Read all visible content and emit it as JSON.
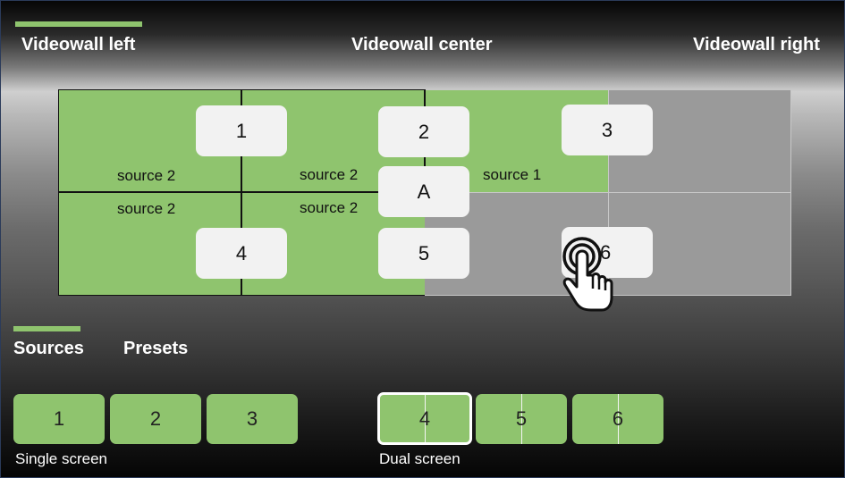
{
  "header": {
    "left_title": "Videowall left",
    "center_title": "Videowall center",
    "right_title": "Videowall right"
  },
  "videowall": {
    "cells": [
      {
        "source": "source 2",
        "state": "green"
      },
      {
        "source": "source 2",
        "state": "green"
      },
      {
        "source": "source 1",
        "state": "green"
      },
      {
        "source": "",
        "state": "grey"
      },
      {
        "source": "source 2",
        "state": "green"
      },
      {
        "source": "source 2",
        "state": "green"
      },
      {
        "source": "",
        "state": "grey"
      },
      {
        "source": "",
        "state": "grey"
      }
    ],
    "cards": [
      "1",
      "2",
      "3",
      "A",
      "4",
      "5",
      "6"
    ]
  },
  "tabs": {
    "sources": "Sources",
    "presets": "Presets",
    "active": "Sources"
  },
  "single_screen": {
    "label": "Single screen",
    "tiles": [
      "1",
      "2",
      "3"
    ]
  },
  "dual_screen": {
    "label": "Dual screen",
    "tiles": [
      "4",
      "5",
      "6"
    ],
    "selected": "4"
  },
  "cursor": {
    "icon": "hand-pointer-icon"
  },
  "colors": {
    "accent": "#8fc46e",
    "inactive": "#9a9a9a",
    "card": "#f2f2f2"
  }
}
